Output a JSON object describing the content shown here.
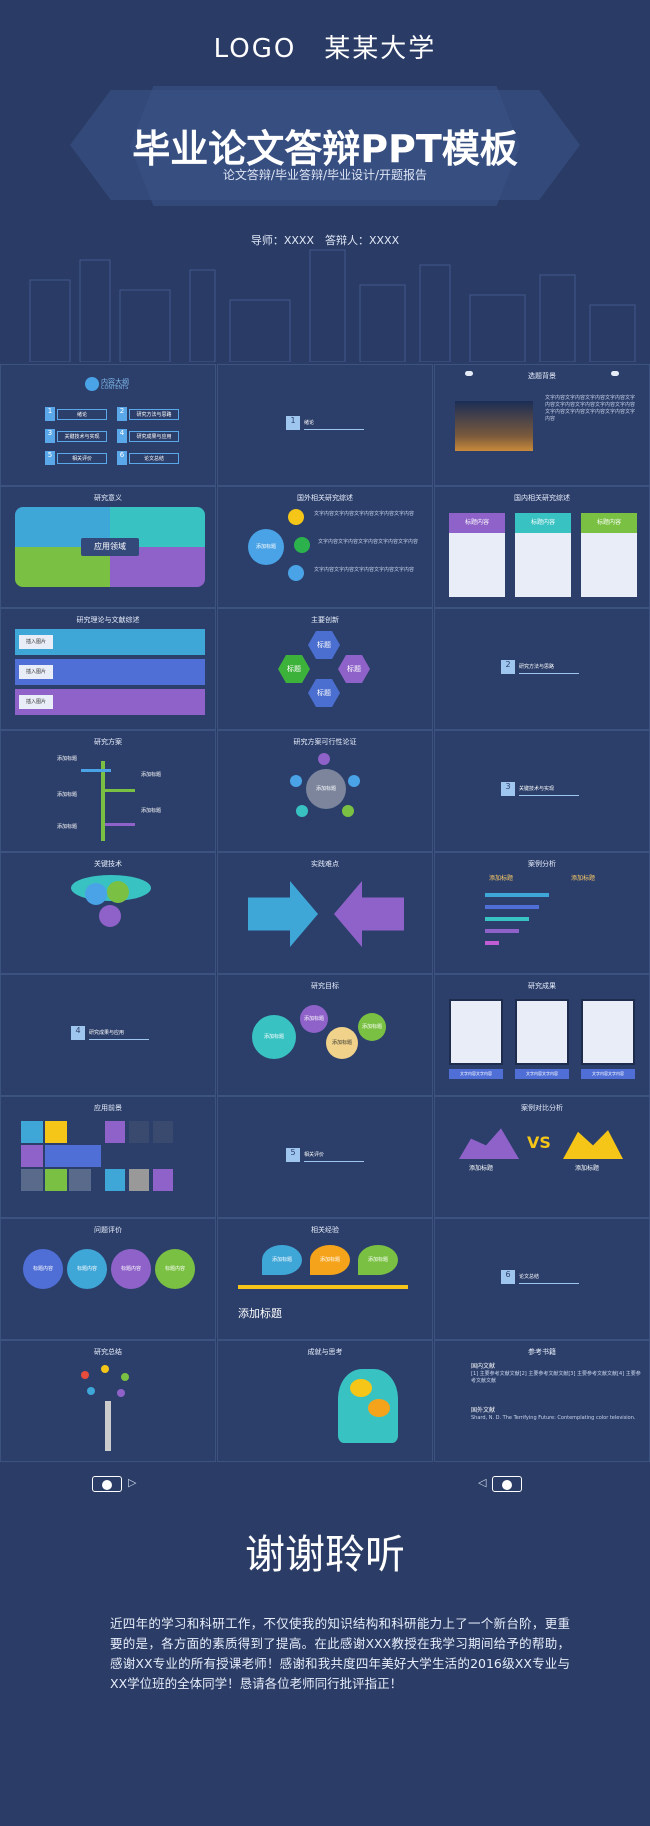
{
  "hero": {
    "logo": "LOGO　某某大学",
    "title": "毕业论文答辩PPT模板",
    "subtitle": "论文答辩/毕业答辩/毕业设计/开题报告",
    "advisor": "导师：XXXX　答辩人：XXXX"
  },
  "slides": {
    "contents": {
      "title": "内容大纲",
      "sub": "CONTENTS",
      "items": [
        {
          "n": "1",
          "t": "绪论"
        },
        {
          "n": "2",
          "t": "研究方法与思路"
        },
        {
          "n": "3",
          "t": "关键技术与实现"
        },
        {
          "n": "4",
          "t": "研究成果与应用"
        },
        {
          "n": "5",
          "t": "相关评价"
        },
        {
          "n": "6",
          "t": "论文总结"
        }
      ]
    },
    "s2": {
      "n": "1",
      "t": "绪论"
    },
    "s3": {
      "t": "选题背景"
    },
    "s4": {
      "t": "研究意义",
      "center": "应用领域"
    },
    "s5": {
      "t": "国外相关研究综述",
      "circle": "添加标题"
    },
    "s6": {
      "t": "国内相关研究综述",
      "cols": [
        "标题内容",
        "标题内容",
        "标题内容"
      ]
    },
    "s7": {
      "t": "研究理论与文献综述",
      "btns": [
        "插入图片",
        "插入图片",
        "插入图片"
      ]
    },
    "s8": {
      "t": "主要创新",
      "hex": [
        "标题",
        "标题",
        "标题",
        "标题"
      ]
    },
    "s9": {
      "n": "2",
      "t": "研究方法与思路"
    },
    "s10": {
      "t": "研究方案",
      "labels": [
        "添加标题",
        "添加标题",
        "添加标题",
        "添加标题",
        "添加标题"
      ]
    },
    "s11": {
      "t": "研究方案可行性论证",
      "center": "添加标题"
    },
    "s12": {
      "n": "3",
      "t": "关键技术与实现"
    },
    "s13": {
      "t": "关键技术"
    },
    "s14": {
      "t": "实践难点"
    },
    "s15": {
      "t": "案例分析",
      "h1": "添加标题",
      "h2": "添加标题"
    },
    "s16": {
      "n": "4",
      "t": "研究成果与应用"
    },
    "s17": {
      "t": "研究目标",
      "gears": [
        "添加标题",
        "添加标题",
        "添加标题",
        "添加标题"
      ]
    },
    "s18": {
      "t": "研究成果",
      "labels": [
        "文字内容文字内容",
        "文字内容文字内容",
        "文字内容文字内容"
      ]
    },
    "s19": {
      "t": "应用前景"
    },
    "s20": {
      "n": "5",
      "t": "相关评价"
    },
    "s21": {
      "t": "案例对比分析",
      "vs": "VS",
      "l": "添加标题",
      "r": "添加标题"
    },
    "s22": {
      "t": "问题评价",
      "circles": [
        "标题内容",
        "标题内容",
        "标题内容",
        "标题内容"
      ]
    },
    "s23": {
      "t": "相关经验",
      "head": "添加标题",
      "bubbles": [
        "添加标题",
        "添加标题",
        "添加标题"
      ]
    },
    "s24": {
      "n": "6",
      "t": "论文总结"
    },
    "s25": {
      "t": "研究总结"
    },
    "s26": {
      "t": "成就与思考"
    },
    "s27": {
      "t": "参考书籍",
      "h1": "国内文献",
      "h2": "国外文献"
    }
  },
  "thanks": "谢谢聆听",
  "paragraph": "近四年的学习和科研工作，不仅使我的知识结构和科研能力上了一个新台阶，更重要的是，各方面的素质得到了提高。在此感谢XXX教授在我学习期间给予的帮助，感谢XX专业的所有授课老师！感谢和我共度四年美好大学生活的2016级XX专业与XX学位班的全体同学！恳请各位老师同行批评指正！"
}
